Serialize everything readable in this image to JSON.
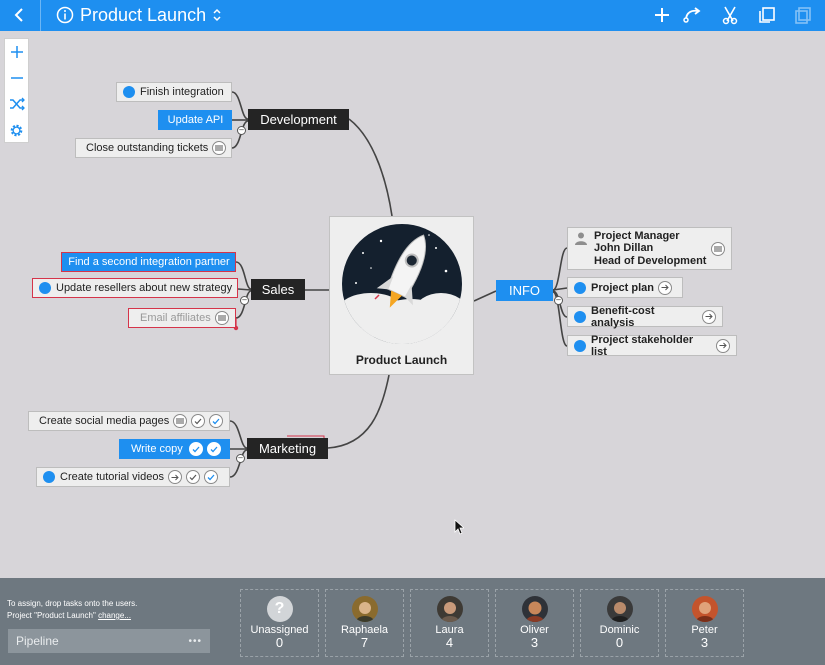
{
  "topbar": {
    "title": "Product Launch",
    "accent": "#1e8ff0"
  },
  "tools": [
    "zoom-in",
    "zoom-out",
    "shuffle",
    "settings"
  ],
  "center": {
    "label": "Product Launch"
  },
  "development": {
    "label": "Development",
    "tasks": [
      "Finish integration",
      "Update API",
      "Close outstanding tickets"
    ]
  },
  "sales": {
    "label": "Sales",
    "tasks": [
      "Find a second integration partner",
      "Update resellers about new strategy",
      "Email affiliates"
    ]
  },
  "marketing": {
    "label": "Marketing",
    "tasks": [
      "Create social media pages",
      "Write copy",
      "Create tutorial videos"
    ]
  },
  "info": {
    "label": "INFO",
    "manager": {
      "line1": "Project Manager",
      "line2": "John Dillan",
      "line3": "Head of Development"
    },
    "items": [
      "Project plan",
      "Benefit-cost analysis",
      "Project stakeholder list"
    ]
  },
  "bottom": {
    "hint1": "To assign, drop tasks onto the users.",
    "hint2": "Project \"Product Launch\"",
    "hint_link": "change...",
    "pipeline": "Pipeline",
    "pipeline_more": "•••",
    "users": [
      {
        "name": "Unassigned",
        "count": "0"
      },
      {
        "name": "Raphaela",
        "count": "7"
      },
      {
        "name": "Laura",
        "count": "4"
      },
      {
        "name": "Oliver",
        "count": "3"
      },
      {
        "name": "Dominic",
        "count": "0"
      },
      {
        "name": "Peter",
        "count": "3"
      }
    ]
  }
}
